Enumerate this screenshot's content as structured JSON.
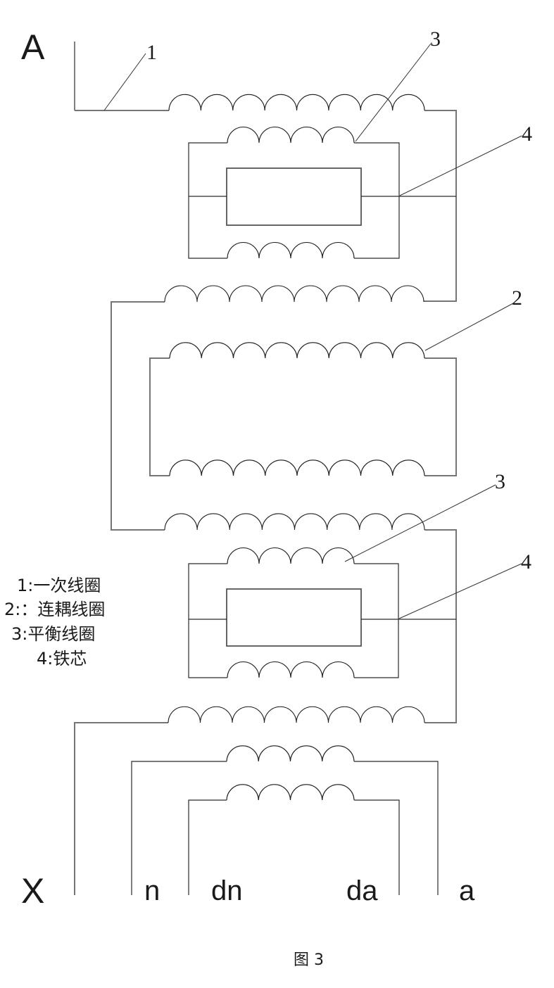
{
  "diagram": {
    "terminals": {
      "a_top": "A",
      "x_bottom": "X",
      "tap_n": "n",
      "tap_dn": "dn",
      "tap_da": "da",
      "tap_a": "a"
    },
    "callouts": {
      "primary_coil": "1",
      "coupling_coil": "2",
      "balance_coil_top": "3",
      "iron_core_top": "4",
      "balance_coil_bottom": "3",
      "iron_core_bottom": "4"
    },
    "legend": {
      "line1": "1:一次线圈",
      "line2": "2:：连耦线圈",
      "line3": "3:平衡线圈",
      "line4": "4:铁芯"
    },
    "caption": "图 3"
  }
}
